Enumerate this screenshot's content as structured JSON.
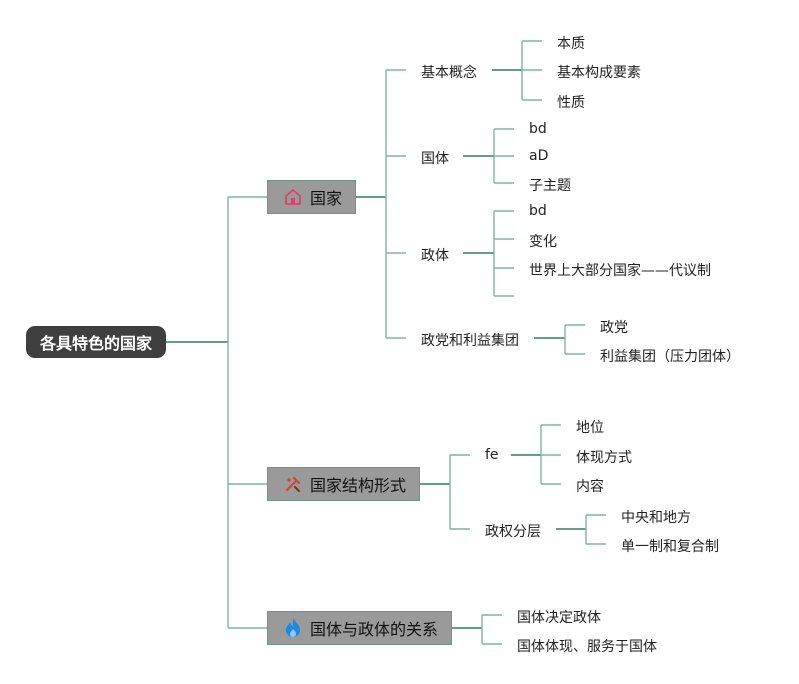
{
  "root": "各具特色的国家",
  "branches": {
    "guojia": {
      "label": "国家",
      "icon": "house-icon",
      "jiben": {
        "label": "基本概念",
        "items": [
          "本质",
          "基本构成要素",
          "性质"
        ]
      },
      "guoti": {
        "label": "国体",
        "items": [
          "bd",
          "aD",
          "子主题"
        ]
      },
      "zhengti": {
        "label": "政体",
        "items": [
          "bd",
          "变化",
          "世界上大部分国家——代议制",
          ""
        ]
      },
      "zhengdang": {
        "label": "政党和利益集团",
        "items": [
          "政党",
          "利益集团（压力团体）"
        ]
      }
    },
    "jiegou": {
      "label": "国家结构形式",
      "icon": "tools-icon",
      "fe": {
        "label": "fe",
        "items": [
          "地位",
          "体现方式",
          "内容"
        ]
      },
      "fenceng": {
        "label": "政权分层",
        "items": [
          "中央和地方",
          "单一制和复合制"
        ]
      }
    },
    "guanxi": {
      "label": "国体与政体的关系",
      "icon": "flame-icon",
      "items": [
        "国体决定政体",
        "国体体现、服务于国体"
      ]
    }
  },
  "colors": {
    "root_bg": "#3f3f3f",
    "node_bg": "#9a9a9a",
    "line": "#7fb4a3",
    "house": "#e0406a",
    "flame": "#1e88e5",
    "tools": "#d9422f"
  }
}
